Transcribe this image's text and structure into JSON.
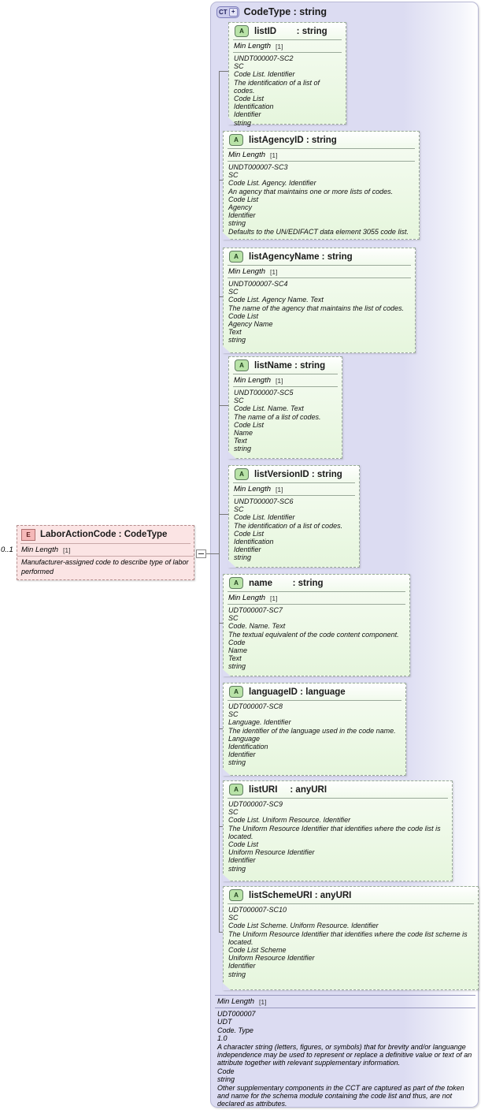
{
  "diagram": {
    "kind": "xml-schema-diagram",
    "complex_type": {
      "badge": "CT",
      "badge_plus": "+",
      "title": "CodeType : string",
      "footer": {
        "constraint_label": "Min Length",
        "constraint_card": "[1]",
        "lines": [
          "UDT000007",
          "UDT",
          "Code. Type",
          "1.0",
          "A character string (letters, figures, or symbols) that for brevity and/or languange independence may be used to represent or replace a definitive value or text of an attribute together with relevant supplementary information.",
          "Code",
          "string",
          "Other supplementary components in the CCT are captured as part of the token and name for the schema module containing the code list and thus, are not declared as attributes."
        ]
      }
    },
    "element": {
      "badge": "E",
      "name": "LaborActionCode : CodeType",
      "cardinality": "0..1",
      "constraint_label": "Min Length",
      "constraint_card": "[1]",
      "documentation": "Manufacturer-assigned code to describe type of labor performed"
    },
    "attributes": [
      {
        "badge": "A",
        "name": "listID        : string",
        "constraint_label": "Min Length",
        "constraint_card": "[1]",
        "lines": [
          "UNDT000007-SC2",
          "SC",
          "Code List. Identifier",
          "The identification of a list of codes.",
          "Code List",
          "Identification",
          "Identifier",
          "string"
        ]
      },
      {
        "badge": "A",
        "name": "listAgencyID : string",
        "constraint_label": "Min Length",
        "constraint_card": "[1]",
        "lines": [
          "UNDT000007-SC3",
          "SC",
          "Code List. Agency. Identifier",
          "An agency that maintains one or more lists of codes.",
          "Code List",
          "Agency",
          "Identifier",
          "string",
          "Defaults to the UN/EDIFACT data element 3055 code list."
        ]
      },
      {
        "badge": "A",
        "name": "listAgencyName : string",
        "constraint_label": "Min Length",
        "constraint_card": "[1]",
        "lines": [
          "UNDT000007-SC4",
          "SC",
          "Code List. Agency Name. Text",
          "The name of the agency that maintains the list of codes.",
          "Code List",
          "Agency Name",
          "Text",
          "string"
        ]
      },
      {
        "badge": "A",
        "name": "listName : string",
        "constraint_label": "Min Length",
        "constraint_card": "[1]",
        "lines": [
          "UNDT000007-SC5",
          "SC",
          "Code List. Name. Text",
          "The name of a list of codes.",
          "Code List",
          "Name",
          "Text",
          "string"
        ]
      },
      {
        "badge": "A",
        "name": "listVersionID : string",
        "constraint_label": "Min Length",
        "constraint_card": "[1]",
        "lines": [
          "UNDT000007-SC6",
          "SC",
          "Code List. Identifier",
          "The identification of a list of codes.",
          "Code List",
          "Identification",
          "Identifier",
          "string"
        ]
      },
      {
        "badge": "A",
        "name": "name        : string",
        "constraint_label": "Min Length",
        "constraint_card": "[1]",
        "lines": [
          "UDT000007-SC7",
          "SC",
          "Code. Name. Text",
          "The textual equivalent of the code content component.",
          "Code",
          "Name",
          "Text",
          "string"
        ]
      },
      {
        "badge": "A",
        "name": "languageID : language",
        "constraint_label": null,
        "constraint_card": null,
        "lines": [
          "UDT000007-SC8",
          "SC",
          "Language. Identifier",
          "The identifier of the language used in the code name.",
          "Language",
          "Identification",
          "Identifier",
          "string"
        ]
      },
      {
        "badge": "A",
        "name": "listURI     : anyURI",
        "constraint_label": null,
        "constraint_card": null,
        "lines": [
          "UDT000007-SC9",
          "SC",
          "Code List. Uniform Resource. Identifier",
          "The Uniform Resource Identifier that identifies where the code list is located.",
          "Code List",
          "Uniform Resource Identifier",
          "Identifier",
          "string"
        ]
      },
      {
        "badge": "A",
        "name": "listSchemeURI : anyURI",
        "constraint_label": null,
        "constraint_card": null,
        "lines": [
          "UDT000007-SC10",
          "SC",
          "Code List Scheme. Uniform Resource. Identifier",
          "The Uniform Resource Identifier that identifies where the code list scheme is located.",
          "Code List Scheme",
          "Uniform Resource Identifier",
          "Identifier",
          "string"
        ]
      }
    ]
  },
  "colors": {
    "container_bg": "#dcdcf2",
    "attr_bg": "#e6f6dd",
    "element_bg": "#fbe4e4",
    "connector": "#777777"
  }
}
